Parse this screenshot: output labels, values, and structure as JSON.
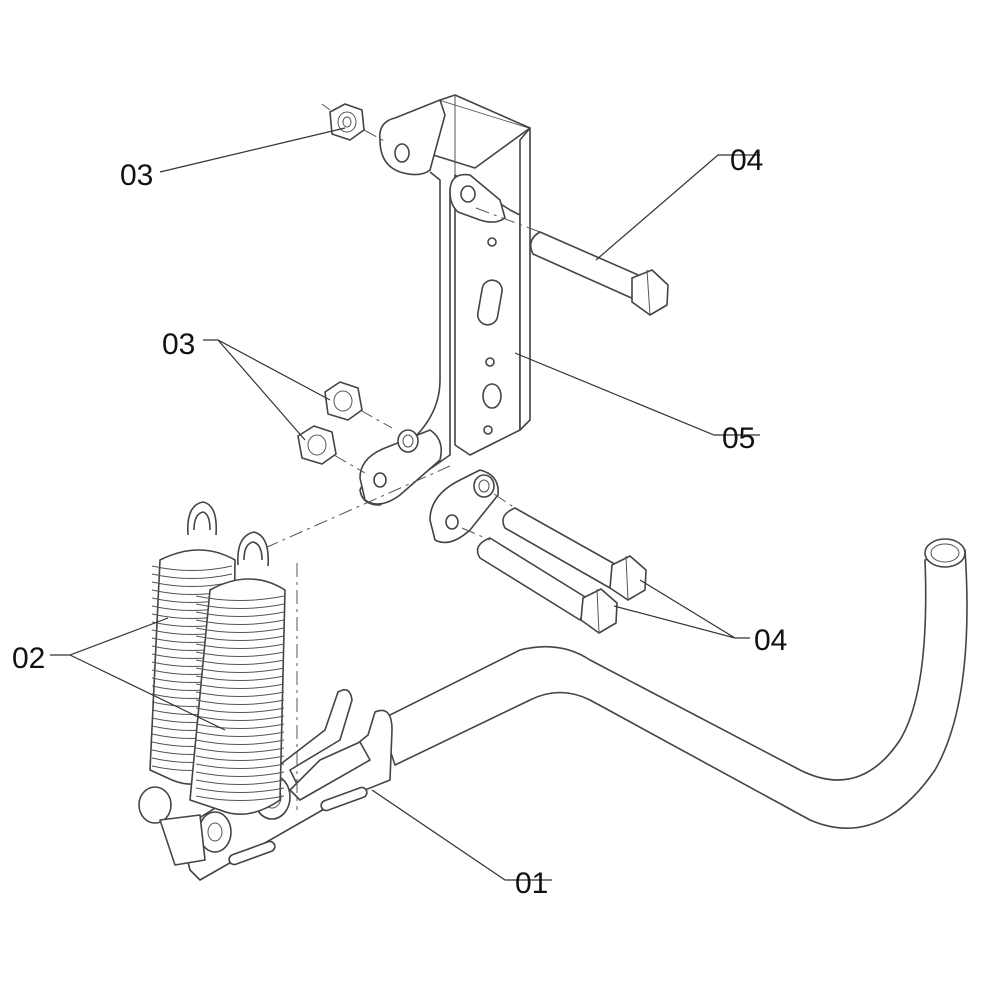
{
  "callouts": {
    "c03_top": "03",
    "c04_top": "04",
    "c03_mid": "03",
    "c05": "05",
    "c02": "02",
    "c04_bottom": "04",
    "c01": "01"
  }
}
